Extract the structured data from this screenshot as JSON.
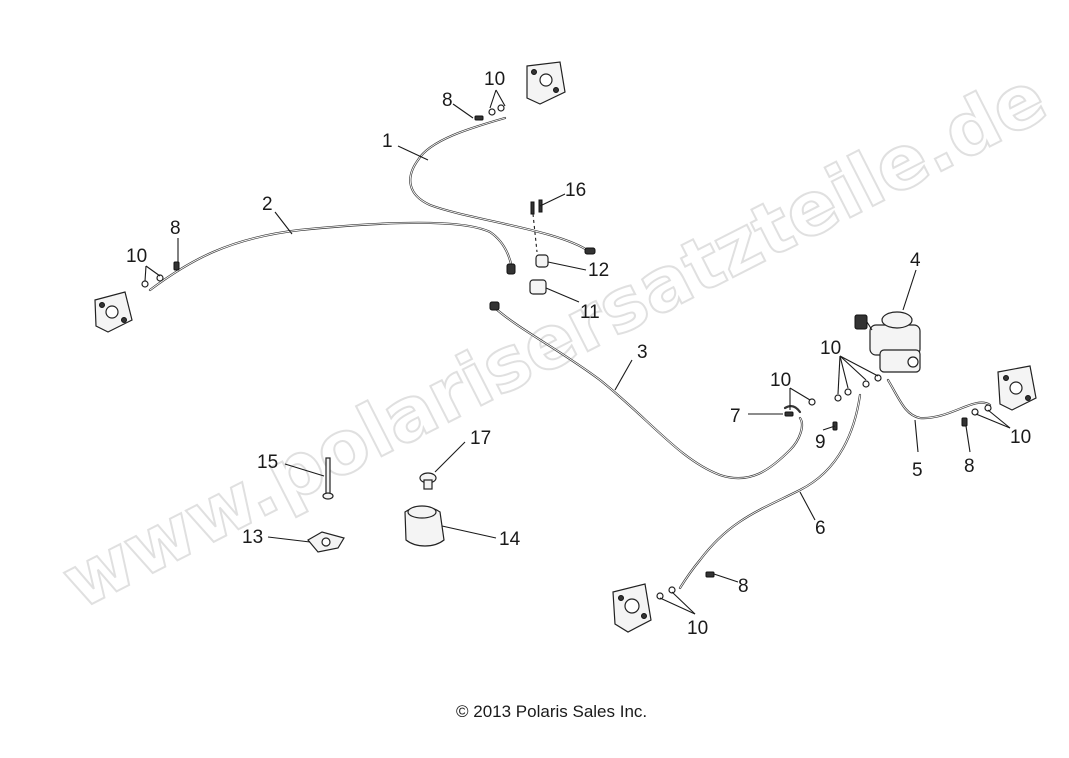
{
  "diagram": {
    "watermark": "www.polarisersatzteile.de",
    "copyright": "© 2013 Polaris Sales Inc.",
    "callouts": {
      "c1": "1",
      "c2": "2",
      "c3": "3",
      "c4": "4",
      "c5": "5",
      "c6": "6",
      "c7": "7",
      "c8a": "8",
      "c8b": "8",
      "c8c": "8",
      "c8d": "8",
      "c9": "9",
      "c10a": "10",
      "c10b": "10",
      "c10c": "10",
      "c10d": "10",
      "c10e": "10",
      "c10f": "10",
      "c11": "11",
      "c12": "12",
      "c13": "13",
      "c14": "14",
      "c15": "15",
      "c16": "16",
      "c17": "17"
    }
  }
}
